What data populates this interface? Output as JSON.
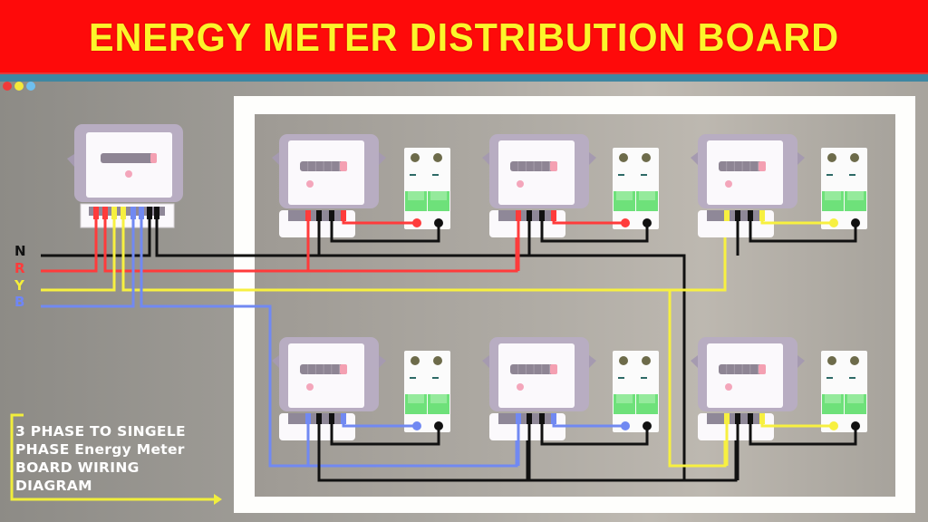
{
  "header": {
    "title": "ENERGY METER DISTRIBUTION BOARD",
    "title_color": "#fcf52a",
    "banner_color": "#fe0a0a"
  },
  "window_dots": [
    {
      "name": "red-dot",
      "color": "#f03a3a"
    },
    {
      "name": "yellow-dot",
      "color": "#f4e93a"
    },
    {
      "name": "blue-dot",
      "color": "#6ec0f0"
    }
  ],
  "phase_labels": [
    {
      "label": "N",
      "color": "#111111",
      "wire": "neutral"
    },
    {
      "label": "R",
      "color": "#ff3b3b",
      "wire": "red-phase"
    },
    {
      "label": "Y",
      "color": "#f5ef3a",
      "wire": "yellow-phase"
    },
    {
      "label": "B",
      "color": "#6f86f5",
      "wire": "blue-phase"
    }
  ],
  "wire_colors": {
    "neutral": "#111111",
    "red": "#ff3b3b",
    "yellow": "#f7f040",
    "blue": "#7189f2"
  },
  "main_meter": {
    "name": "three-phase-main-meter",
    "phases": [
      "R",
      "Y",
      "B",
      "N"
    ]
  },
  "sub_meters": [
    {
      "id": "meter-1",
      "row": "top",
      "phase": "R"
    },
    {
      "id": "meter-2",
      "row": "top",
      "phase": "R"
    },
    {
      "id": "meter-3",
      "row": "top",
      "phase": "Y"
    },
    {
      "id": "meter-4",
      "row": "bottom",
      "phase": "B"
    },
    {
      "id": "meter-5",
      "row": "bottom",
      "phase": "B"
    },
    {
      "id": "meter-6",
      "row": "bottom",
      "phase": "Y"
    }
  ],
  "caption": {
    "lines": [
      "3 PHASE TO SINGELE",
      "PHASE Energy Meter",
      "BOARD WIRING",
      "DIAGRAM"
    ]
  }
}
